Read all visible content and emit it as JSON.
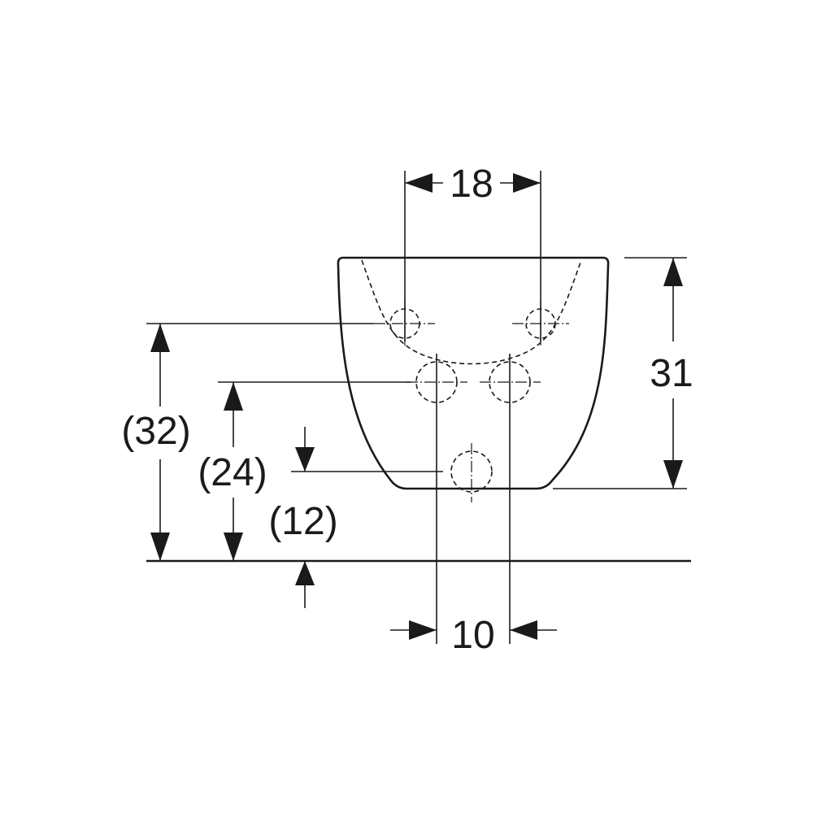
{
  "drawing": {
    "dimensions": {
      "hole_spacing_top": "18",
      "height": "31",
      "floor_to_top_holes": "(32)",
      "floor_to_mid_holes": "(24)",
      "floor_to_bottom_hole": "(12)",
      "hole_spacing_mid": "10"
    },
    "line_color": "#1a1a1a"
  }
}
